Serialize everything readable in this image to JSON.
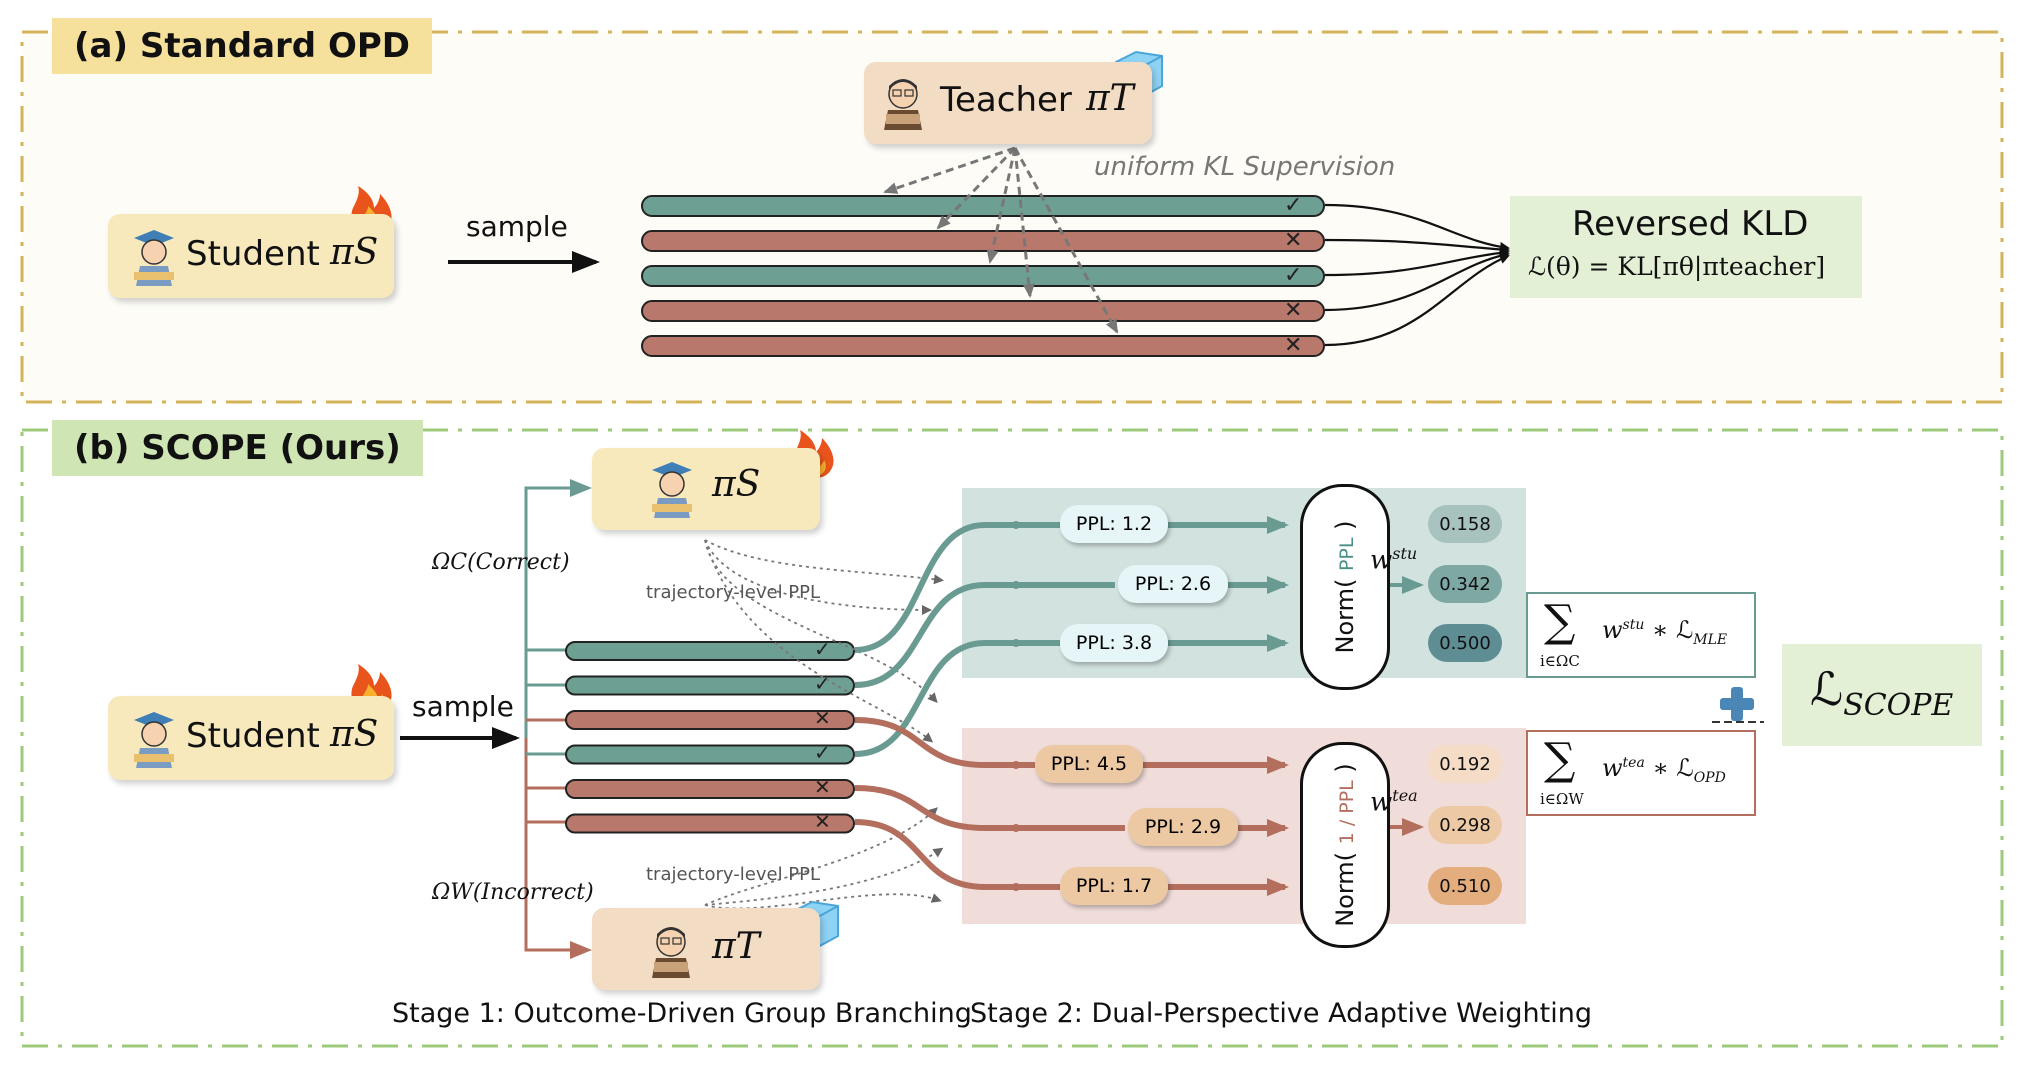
{
  "panel_a": {
    "title": "(a) Standard OPD",
    "teacher_label": "Teacher",
    "teacher_symbol": "πT",
    "student_label": "Student",
    "student_symbol": "πS",
    "sample_label": "sample",
    "supervision_label": "uniform KL Supervision",
    "loss_title": "Reversed KLD",
    "loss_formula": "ℒ(θ) = KL[πθ|πteacher]",
    "trajectories": [
      "correct",
      "incorrect",
      "correct",
      "incorrect",
      "incorrect"
    ]
  },
  "panel_b": {
    "title": "(b) SCOPE (Ours)",
    "student_label": "Student",
    "student_symbol": "πS",
    "sample_label": "sample",
    "student_branch_symbol": "πS",
    "teacher_branch_symbol": "πT",
    "correct_group": "ΩC(Correct)",
    "incorrect_group": "ΩW(Incorrect)",
    "traj_ppl_label": "trajectory-level PPL",
    "trajectories": [
      "correct",
      "correct",
      "incorrect",
      "correct",
      "incorrect",
      "incorrect"
    ],
    "ppl_correct": [
      "PPL: 1.2",
      "PPL: 2.6",
      "PPL: 3.8"
    ],
    "ppl_incorrect": [
      "PPL: 4.5",
      "PPL: 2.9",
      "PPL: 1.7"
    ],
    "norm_correct_prefix": "Norm(",
    "norm_correct_inner": "PPL",
    "norm_correct_suffix": ")",
    "norm_incorrect_prefix": "Norm(",
    "norm_incorrect_inner": "1 / PPL",
    "norm_incorrect_suffix": ")",
    "w_stu": "w",
    "w_stu_sup": "stu",
    "w_tea": "w",
    "w_tea_sup": "tea",
    "weights_correct": [
      "0.158",
      "0.342",
      "0.500"
    ],
    "weights_incorrect": [
      "0.192",
      "0.298",
      "0.510"
    ],
    "sum_mle_sub": "i∈ΩC",
    "sum_mle_term": "w",
    "sum_mle_term_sup": "stu",
    "sum_mle_loss": "∗ ℒ",
    "sum_mle_loss_sub": "MLE",
    "sum_opd_sub": "i∈ΩW",
    "sum_opd_term": "w",
    "sum_opd_term_sup": "tea",
    "sum_opd_loss": "∗ ℒ",
    "sum_opd_loss_sub": "OPD",
    "final_loss": "ℒ",
    "final_loss_sub": "SCOPE",
    "stage1": "Stage 1: Outcome-Driven Group Branching",
    "stage2": "Stage 2: Dual-Perspective Adaptive Weighting"
  },
  "colors": {
    "green_bar": "#6d9f93",
    "red_bar": "#b9786c",
    "green_arrow": "#6a9b92",
    "red_arrow": "#b36e5e",
    "panel_a_border": "#d4b45a",
    "panel_b_border": "#9cc97a",
    "title_a_bg": "#f6e19c",
    "title_b_bg": "#cfe6b4",
    "box_bg": "#f8e9bd",
    "teacher_bg": "#f2dcc4",
    "loss_bg": "#e3f0d6",
    "green_region": "#d2e2df",
    "red_region": "#f0dcd9"
  }
}
